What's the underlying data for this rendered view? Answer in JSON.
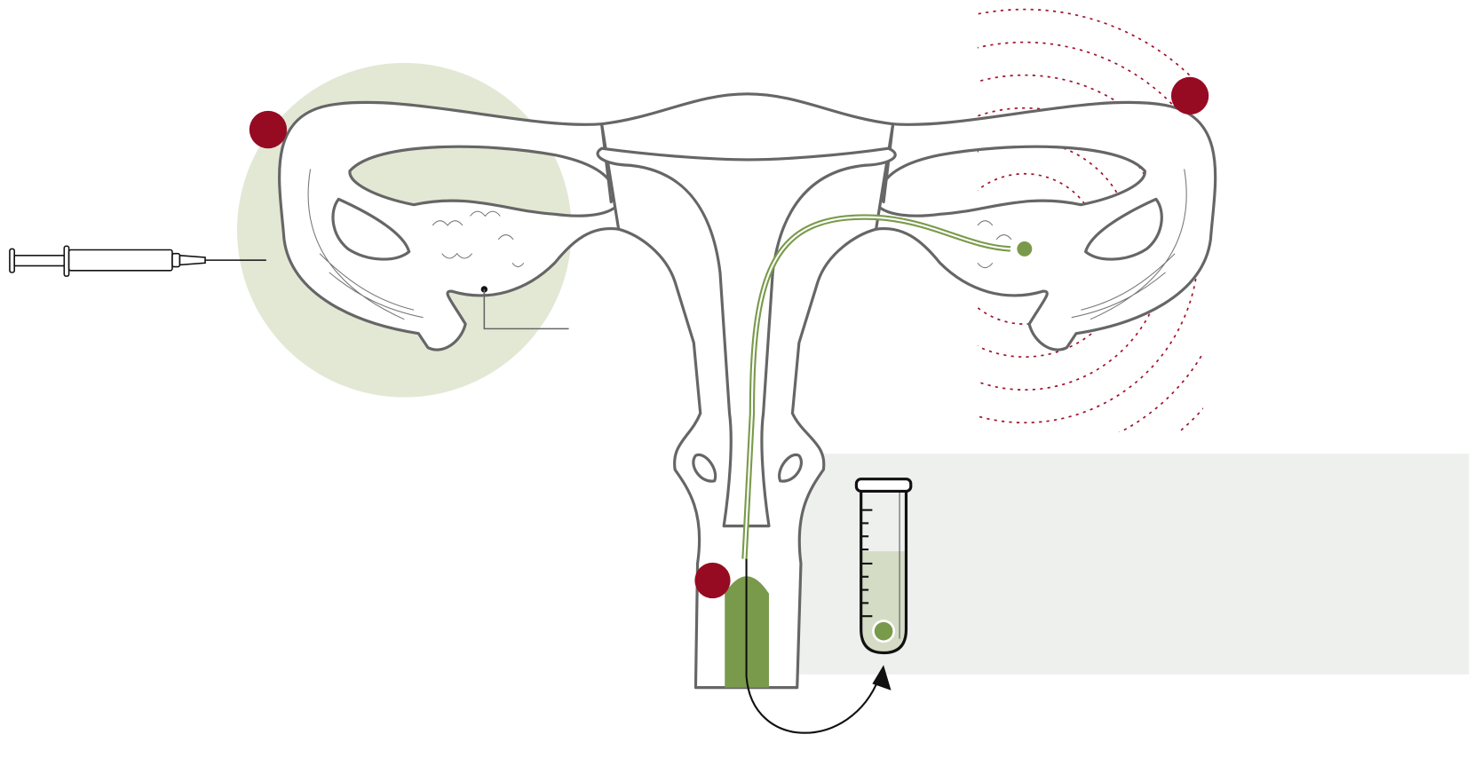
{
  "diagram": {
    "colors": {
      "highlight_circle": "#e3e8d5",
      "panel": "#eef0ee",
      "marker": "#960b22",
      "radiation_arcs": "#a0102a",
      "catheter": "#7a9a4b",
      "outline": "#666666",
      "tube_liquid": "#d4dcc6"
    },
    "markers": [
      "ovary-left",
      "ovary-right",
      "cervix"
    ],
    "tube_fill_fraction": 0.6
  }
}
